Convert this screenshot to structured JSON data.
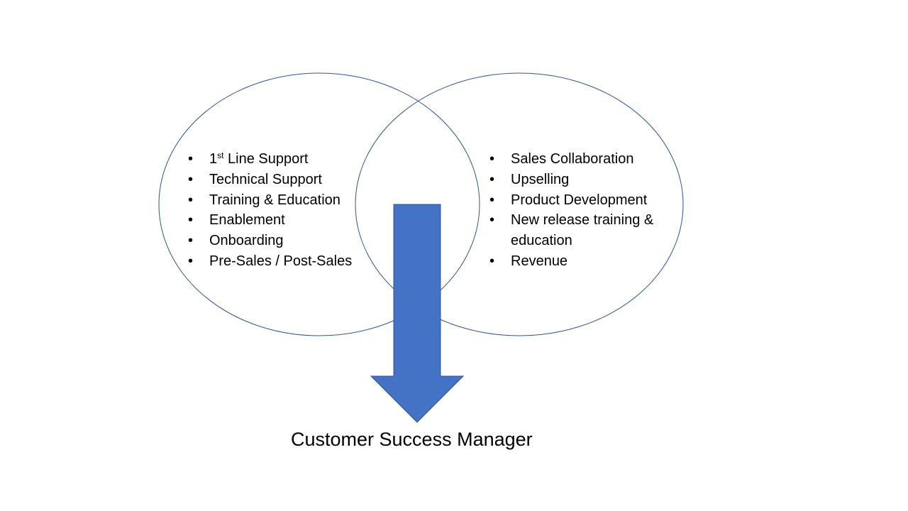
{
  "colors": {
    "circle_stroke": "#2F5597",
    "arrow_fill": "#4472C4",
    "arrow_stroke": "#2F5597",
    "text": "#000000",
    "background": "#FFFFFF"
  },
  "left_circle": {
    "items": [
      {
        "prefix": "1",
        "sup": "st",
        "text": " Line Support"
      },
      {
        "text": "Technical Support"
      },
      {
        "text": "Training & Education"
      },
      {
        "text": "Enablement"
      },
      {
        "text": "Onboarding"
      },
      {
        "text": "Pre-Sales / Post-Sales"
      }
    ]
  },
  "right_circle": {
    "items": [
      {
        "text": "Sales Collaboration"
      },
      {
        "text": "Upselling"
      },
      {
        "text": "Product Development"
      },
      {
        "text": "New release training & education"
      },
      {
        "text": "Revenue"
      }
    ]
  },
  "caption": "Customer Success Manager"
}
